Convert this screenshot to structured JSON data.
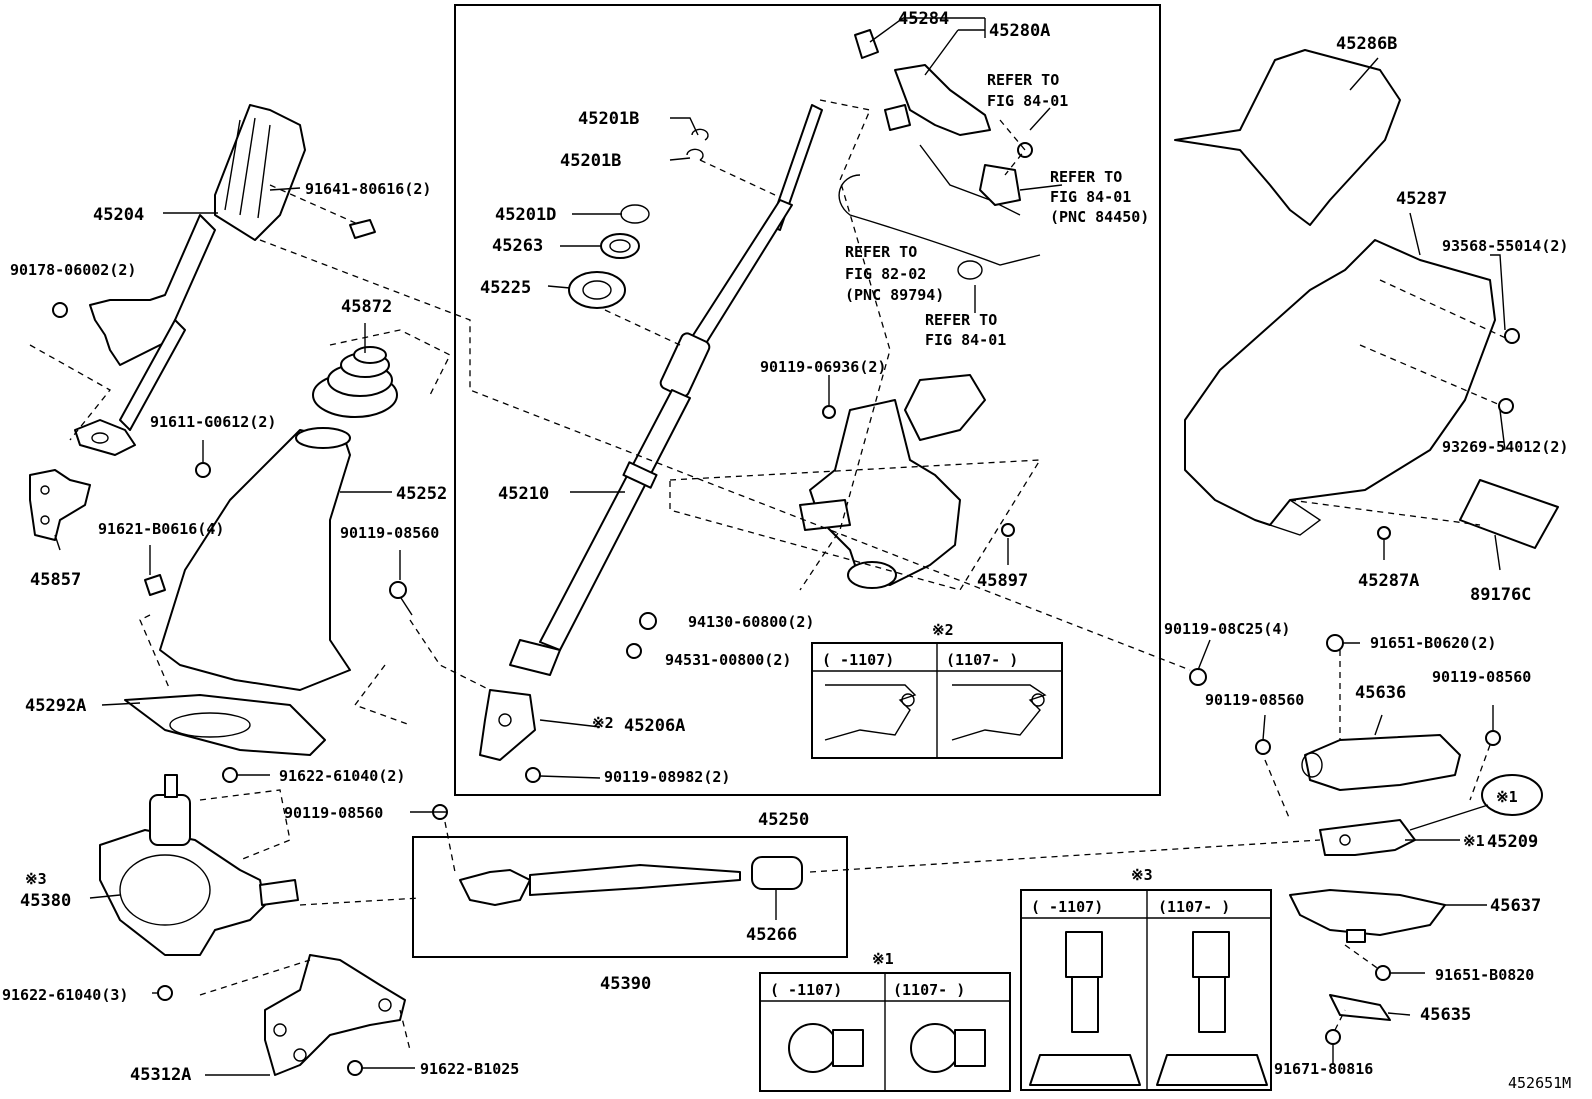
{
  "diagram_id": "452651M",
  "parts": {
    "p45284": "45284",
    "p45280A": "45280A",
    "p45286B": "45286B",
    "p45201B_a": "45201B",
    "p45201B_b": "45201B",
    "p45201D": "45201D",
    "p45263": "45263",
    "p45225": "45225",
    "p45204": "45204",
    "p91641": "91641-80616(2)",
    "p90178": "90178-06002(2)",
    "p45872": "45872",
    "p45287": "45287",
    "p93568": "93568-55014(2)",
    "p93269": "93269-54012(2)",
    "p91611": "91611-G0612(2)",
    "p45252": "45252",
    "p45210": "45210",
    "p90119_06936": "90119-06936(2)",
    "p91621": "91621-B0616(4)",
    "p45857": "45857",
    "p90119_08560_a": "90119-08560",
    "p45897": "45897",
    "p45287A": "45287A",
    "p89176C": "89176C",
    "p94130": "94130-60800(2)",
    "p94531": "94531-00800(2)",
    "p90119_08C25": "90119-08C25(4)",
    "p91651_B0620": "91651-B0620(2)",
    "p45292A": "45292A",
    "p45206A": "45206A",
    "p90119_08560_b": "90119-08560",
    "p90119_08560_c": "90119-08560",
    "p45636": "45636",
    "p90119_08982": "90119-08982(2)",
    "p91622_61040_2": "91622-61040(2)",
    "p90119_08560_d": "90119-08560",
    "p45250": "45250",
    "p45209": "45209",
    "p45380": "45380",
    "p45266": "45266",
    "p45637": "45637",
    "p91651_B0820": "91651-B0820",
    "p91622_61040_3": "91622-61040(3)",
    "p45390": "45390",
    "p45635": "45635",
    "p45312A": "45312A",
    "p91622_B1025": "91622-B1025",
    "p91671": "91671-80816"
  },
  "refer_notes": {
    "r1_line1": "REFER TO",
    "r1_line2": "FIG 84-01",
    "r2_line1": "REFER TO",
    "r2_line2": "FIG 84-01",
    "r2_line3": "(PNC 84450)",
    "r3_line1": "REFER TO",
    "r3_line2": "FIG 82-02",
    "r3_line3": "(PNC 89794)",
    "r4_line1": "REFER TO",
    "r4_line2": "FIG 84-01"
  },
  "marks": {
    "m1": "※1",
    "m2": "※2",
    "m3": "※3",
    "m2_45206": "※2",
    "m3_45380": "※3",
    "m1_45209": "※1",
    "m1_balloon": "※1"
  },
  "inset_tables": {
    "inset2_col1": "( -1107)",
    "inset2_col2": "(1107- )",
    "inset1_col1": "( -1107)",
    "inset1_col2": "(1107- )",
    "inset3_col1": "( -1107)",
    "inset3_col2": "(1107- )"
  }
}
